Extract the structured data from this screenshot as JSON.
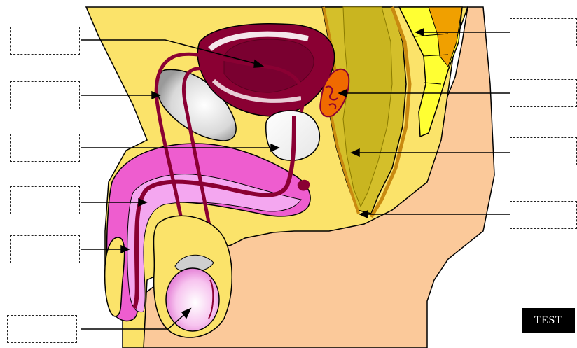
{
  "labels": [
    {
      "id": "label-1",
      "text": ""
    },
    {
      "id": "label-2",
      "text": ""
    },
    {
      "id": "label-3",
      "text": ""
    },
    {
      "id": "label-4",
      "text": ""
    },
    {
      "id": "label-5",
      "text": ""
    },
    {
      "id": "label-6",
      "text": ""
    },
    {
      "id": "label-7",
      "text": ""
    },
    {
      "id": "label-8",
      "text": ""
    },
    {
      "id": "label-9",
      "text": ""
    },
    {
      "id": "label-10",
      "text": ""
    }
  ],
  "test_button": {
    "label": "TEST"
  },
  "colors": {
    "skin": "#fbc99a",
    "fat": "#fbe36a",
    "muscle_yellow": "#d7c22d",
    "bone": "#ffff33",
    "bone_dark": "#f0a000",
    "maroon": "#8a0033",
    "pink": "#ee5dcf",
    "light_pink": "#f4a7f0",
    "gland_orange": "#f06a00",
    "gray": "#cfcfcf"
  }
}
